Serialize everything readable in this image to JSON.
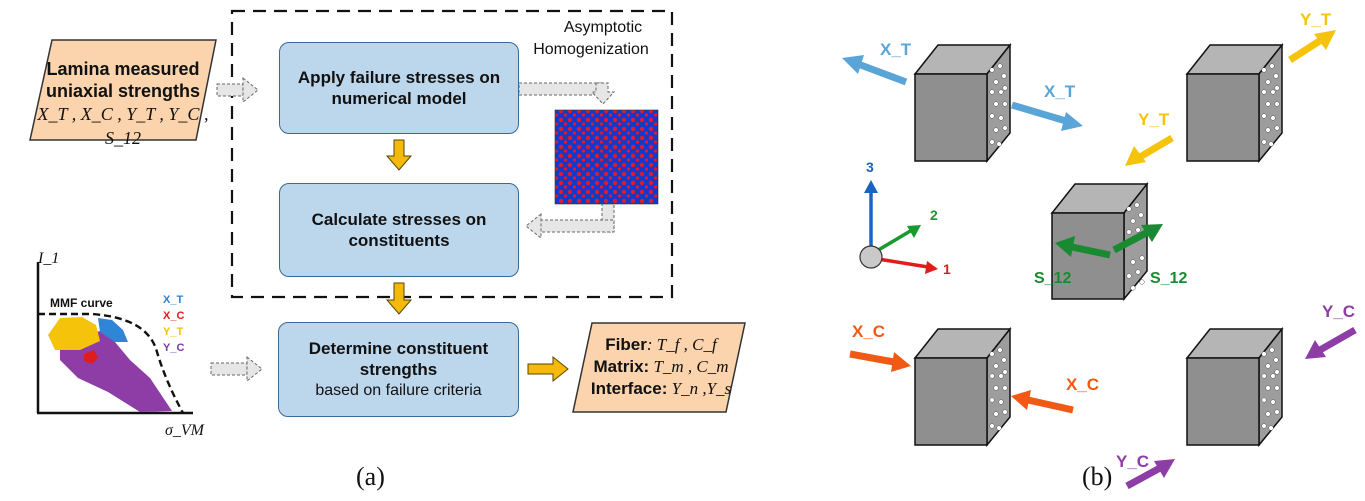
{
  "panel_a": {
    "input": {
      "line1": "Lamina measured",
      "line2": "uniaxial strengths",
      "line3": "X_T , X_C , Y_T , Y_C , S_12"
    },
    "homog_label": {
      "line1": "Asymptotic",
      "line2": "Homogenization"
    },
    "steps": {
      "apply": {
        "line1": "Apply failure stresses on",
        "line2": "numerical model"
      },
      "calc": {
        "line1": "Calculate stresses on",
        "line2": "constituents"
      },
      "determine": {
        "line1": "Determine constituent",
        "line2": "strengths",
        "line3": "based on failure criteria"
      }
    },
    "output": {
      "fiber_label": "Fiber",
      "fiber_vals": ": T_f , C_f",
      "matrix_label": "Matrix:",
      "matrix_vals": " T_m , C_m",
      "interface_label": "Interface:",
      "interface_vals": " Y_n ,Y_s"
    },
    "plot": {
      "y_axis": "I_1",
      "x_axis": "σ_VM",
      "curve_label": "MMF curve",
      "legend": [
        {
          "label": "X_T",
          "color": "#2f7fd1"
        },
        {
          "label": "X_C",
          "color": "#e21b1b"
        },
        {
          "label": "Y_T",
          "color": "#f2c200"
        },
        {
          "label": "Y_C",
          "color": "#7b3aa6"
        }
      ]
    },
    "caption": "(a)"
  },
  "panel_b": {
    "caption": "(b)",
    "axes": {
      "x": "1",
      "y": "2",
      "z": "3"
    },
    "labels": {
      "xt": "X_T",
      "yt": "Y_T",
      "xc": "X_C",
      "yc": "Y_C",
      "s12": "S_12"
    },
    "colors": {
      "xt": "#5aa5d8",
      "yt": "#f5c30a",
      "xc": "#f05a14",
      "yc": "#8e3da6",
      "s12": "#1a8a32",
      "axis1": "#e01c1c",
      "axis2": "#1a9a2e",
      "axis3": "#1c62c0"
    }
  }
}
